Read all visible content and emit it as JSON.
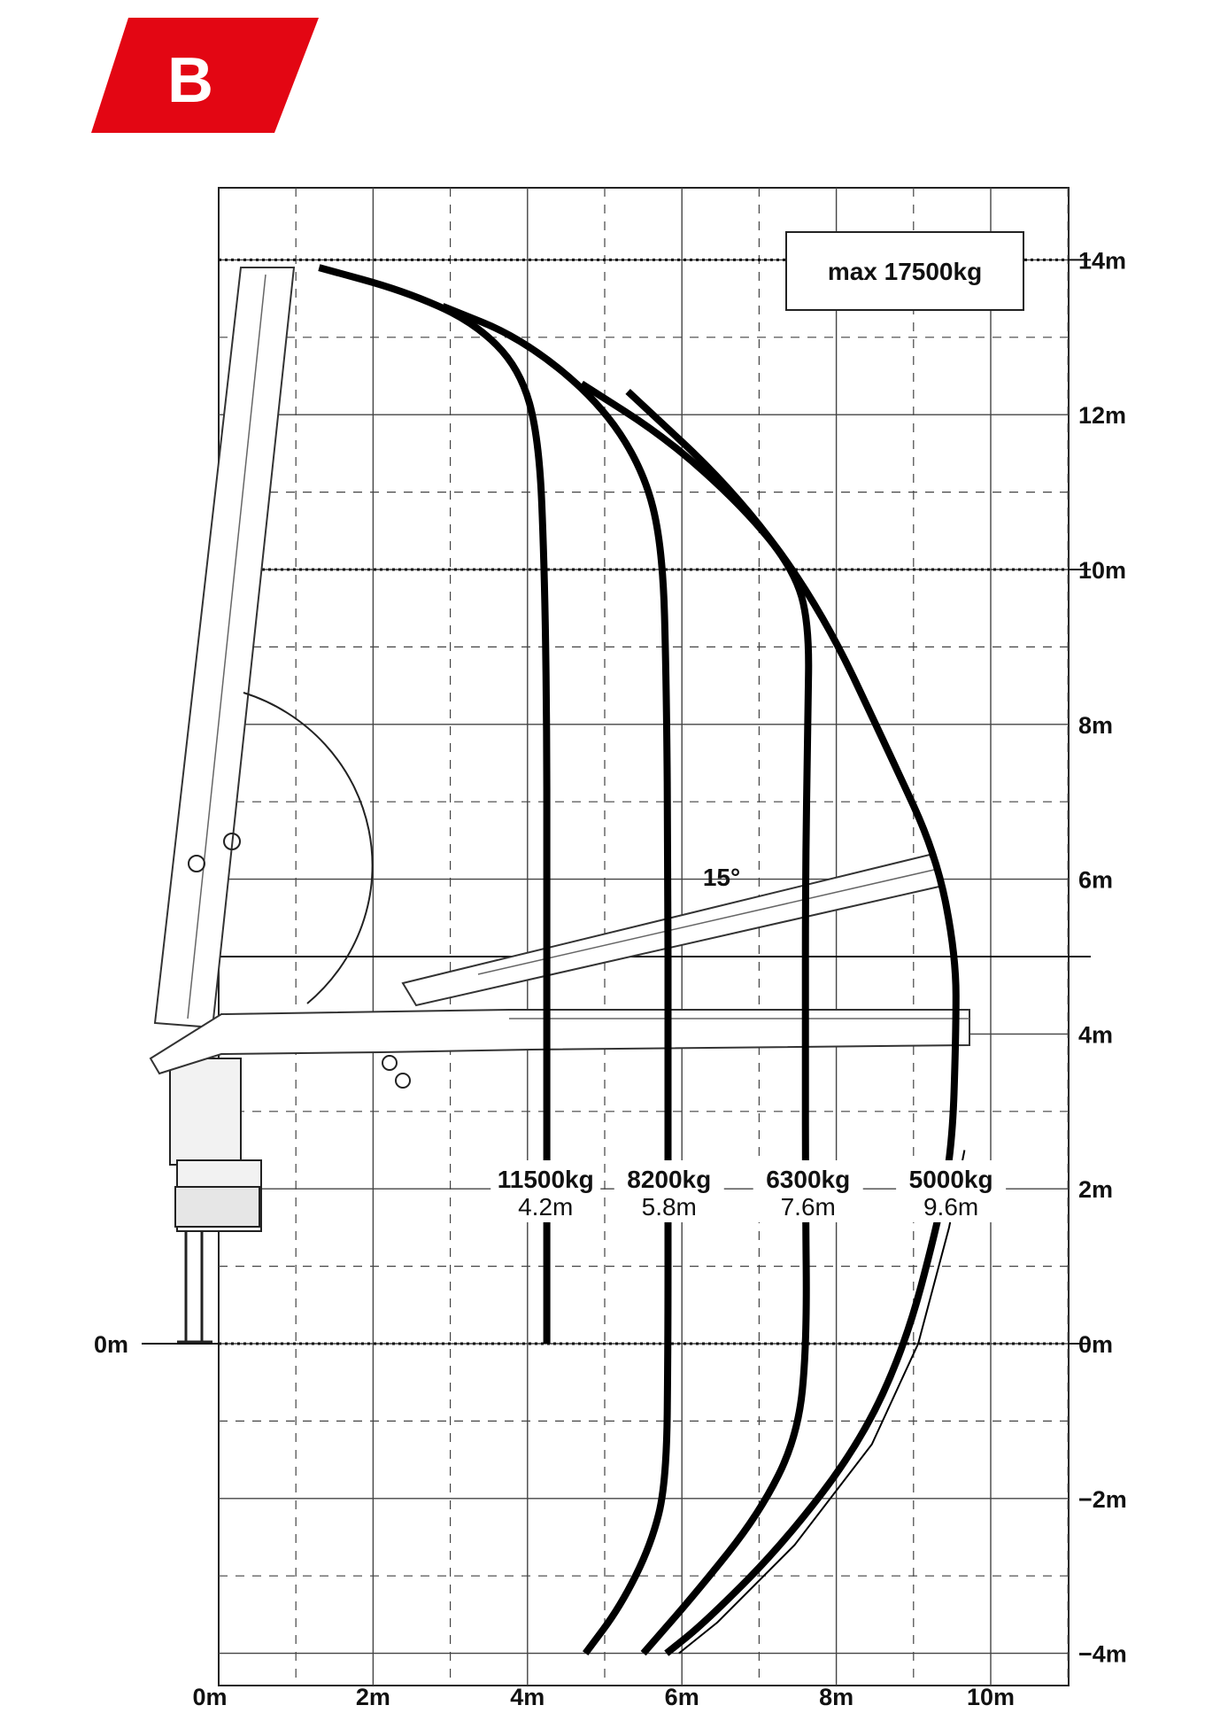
{
  "badge": {
    "letter": "B",
    "color": "#e30613"
  },
  "chart_data": {
    "type": "line",
    "title": "",
    "xlabel": "",
    "ylabel": "",
    "xlim": [
      0,
      11
    ],
    "ylim": [
      -4,
      15
    ],
    "grid": true,
    "x_ticks": [
      "0m",
      "2m",
      "4m",
      "6m",
      "8m",
      "10m"
    ],
    "y_ticks_right": [
      "14m",
      "12m",
      "10m",
      "8m",
      "6m",
      "4m",
      "2m",
      "0m",
      "−2m",
      "−4m"
    ],
    "y_tick_left": "0m",
    "max_label": "max 17500kg",
    "angle_label": "15°",
    "series": [
      {
        "name": "11500kg",
        "reach_label": "4.2m",
        "points": [
          [
            1.3,
            13.9
          ],
          [
            2.4,
            13.6
          ],
          [
            3.3,
            13.2
          ],
          [
            3.9,
            12.6
          ],
          [
            4.15,
            11.7
          ],
          [
            4.22,
            10.0
          ],
          [
            4.25,
            8.0
          ],
          [
            4.25,
            6.0
          ],
          [
            4.25,
            4.0
          ],
          [
            4.25,
            2.0
          ],
          [
            4.25,
            0.0
          ]
        ]
      },
      {
        "name": "8200kg",
        "reach_label": "5.8m",
        "points": [
          [
            2.9,
            13.4
          ],
          [
            3.9,
            13.0
          ],
          [
            4.9,
            12.2
          ],
          [
            5.5,
            11.3
          ],
          [
            5.75,
            10.3
          ],
          [
            5.8,
            8.5
          ],
          [
            5.82,
            6.0
          ],
          [
            5.82,
            4.0
          ],
          [
            5.82,
            2.0
          ],
          [
            5.82,
            0.0
          ],
          [
            5.8,
            -1.8
          ],
          [
            5.6,
            -2.6
          ],
          [
            5.2,
            -3.4
          ],
          [
            4.75,
            -4.0
          ]
        ]
      },
      {
        "name": "6300kg",
        "reach_label": "7.6m",
        "points": [
          [
            4.7,
            12.4
          ],
          [
            5.8,
            11.7
          ],
          [
            6.8,
            10.8
          ],
          [
            7.45,
            10.0
          ],
          [
            7.65,
            9.3
          ],
          [
            7.63,
            8.0
          ],
          [
            7.6,
            6.0
          ],
          [
            7.6,
            4.0
          ],
          [
            7.6,
            2.0
          ],
          [
            7.62,
            0.0
          ],
          [
            7.5,
            -1.2
          ],
          [
            7.0,
            -2.2
          ],
          [
            6.2,
            -3.2
          ],
          [
            5.5,
            -4.0
          ]
        ]
      },
      {
        "name": "5000kg",
        "reach_label": "9.6m",
        "points": [
          [
            5.3,
            12.3
          ],
          [
            6.7,
            11.0
          ],
          [
            7.8,
            9.5
          ],
          [
            8.7,
            7.6
          ],
          [
            9.3,
            6.3
          ],
          [
            9.55,
            5.0
          ],
          [
            9.55,
            4.0
          ],
          [
            9.5,
            2.5
          ],
          [
            9.3,
            1.5
          ],
          [
            8.9,
            0.0
          ],
          [
            8.3,
            -1.3
          ],
          [
            7.3,
            -2.6
          ],
          [
            6.3,
            -3.6
          ],
          [
            5.8,
            -4.0
          ]
        ]
      }
    ]
  }
}
